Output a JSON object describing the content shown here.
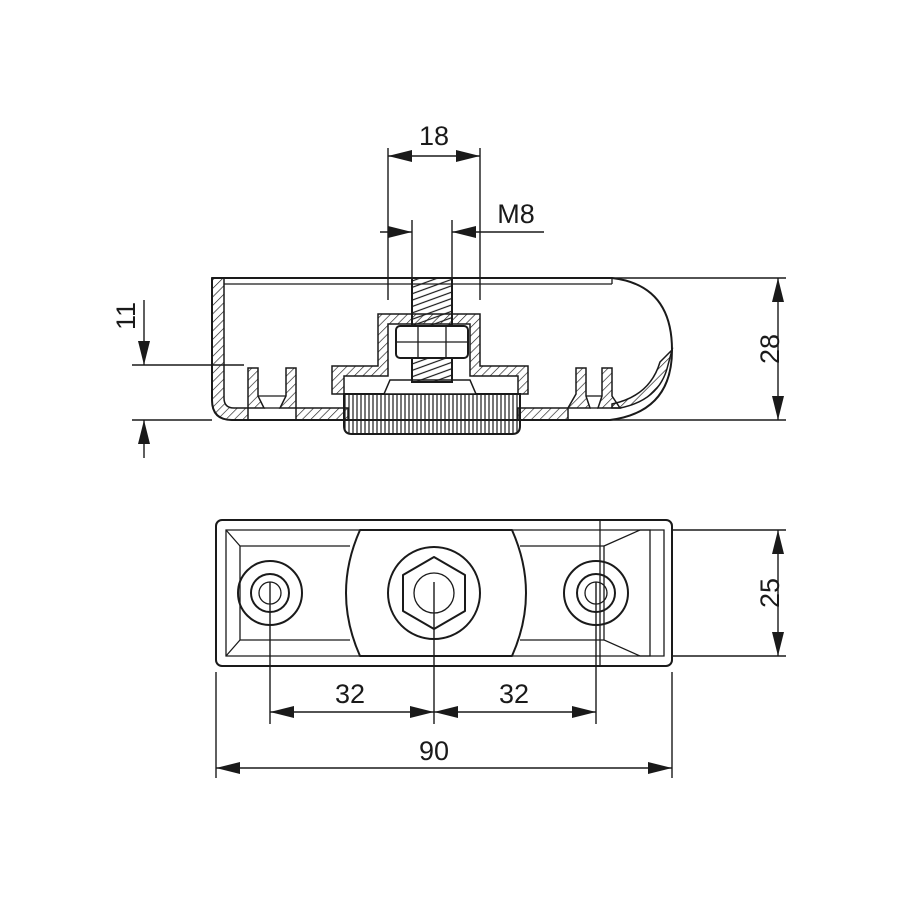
{
  "drawing": {
    "side_view": {
      "labels": {
        "bolt_head_width": "18",
        "thread": "M8",
        "height_total": "28",
        "height_inner": "11"
      }
    },
    "top_view": {
      "labels": {
        "hole_spacing_left": "32",
        "hole_spacing_right": "32",
        "overall_length": "90",
        "width": "25"
      }
    }
  }
}
